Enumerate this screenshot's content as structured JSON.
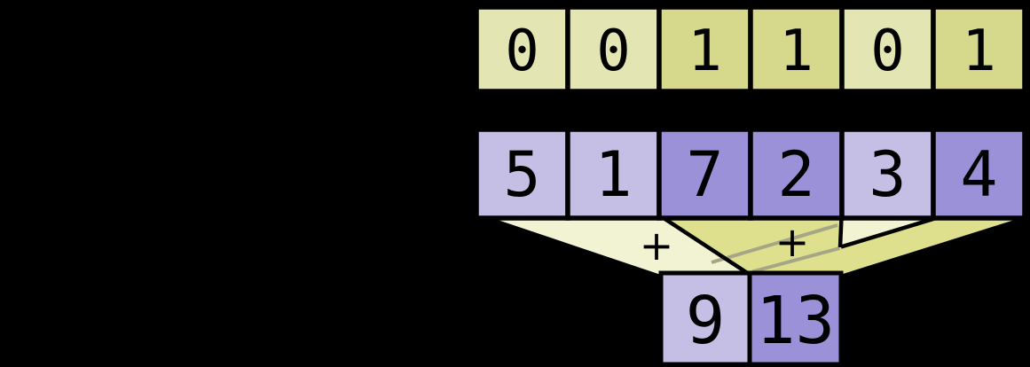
{
  "mask_row": [
    "0",
    "0",
    "1",
    "1",
    "0",
    "1"
  ],
  "value_row": [
    "5",
    "1",
    "7",
    "2",
    "3",
    "4"
  ],
  "result_row": [
    "9",
    "13"
  ],
  "plus_sign": "+",
  "colors": {
    "background": "#000000",
    "cell_border": "#000000",
    "mask_zero_fill": "#e3e6b2",
    "mask_one_fill": "#d6d98b",
    "value_passive_fill": "#c5bfe6",
    "value_active_fill": "#9a91d8",
    "result_left_fill": "#c5bfe6",
    "result_right_fill": "#9a91d8",
    "funnel_left_fill": "#f2f3d3",
    "funnel_right_fill": "#dee08e",
    "funnel_edge": "#000000",
    "funnel_crossing_line": "#a5a685"
  }
}
